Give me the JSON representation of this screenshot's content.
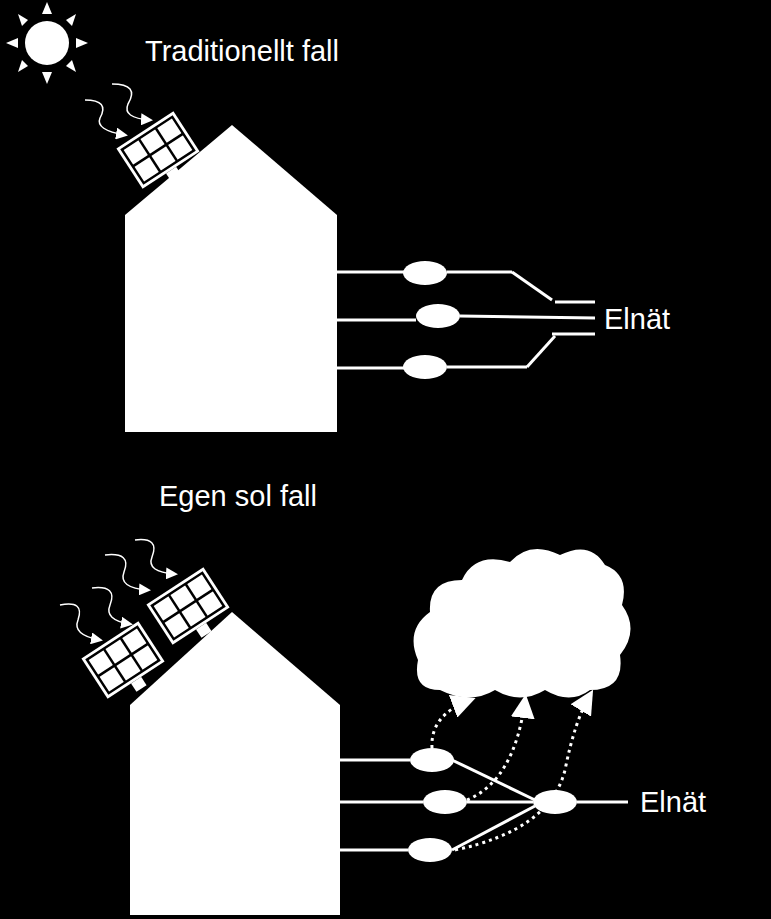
{
  "diagram": {
    "labels": [
      "Traditionellt fall",
      "Elnät",
      "Egen sol fall",
      "Elnät"
    ]
  }
}
